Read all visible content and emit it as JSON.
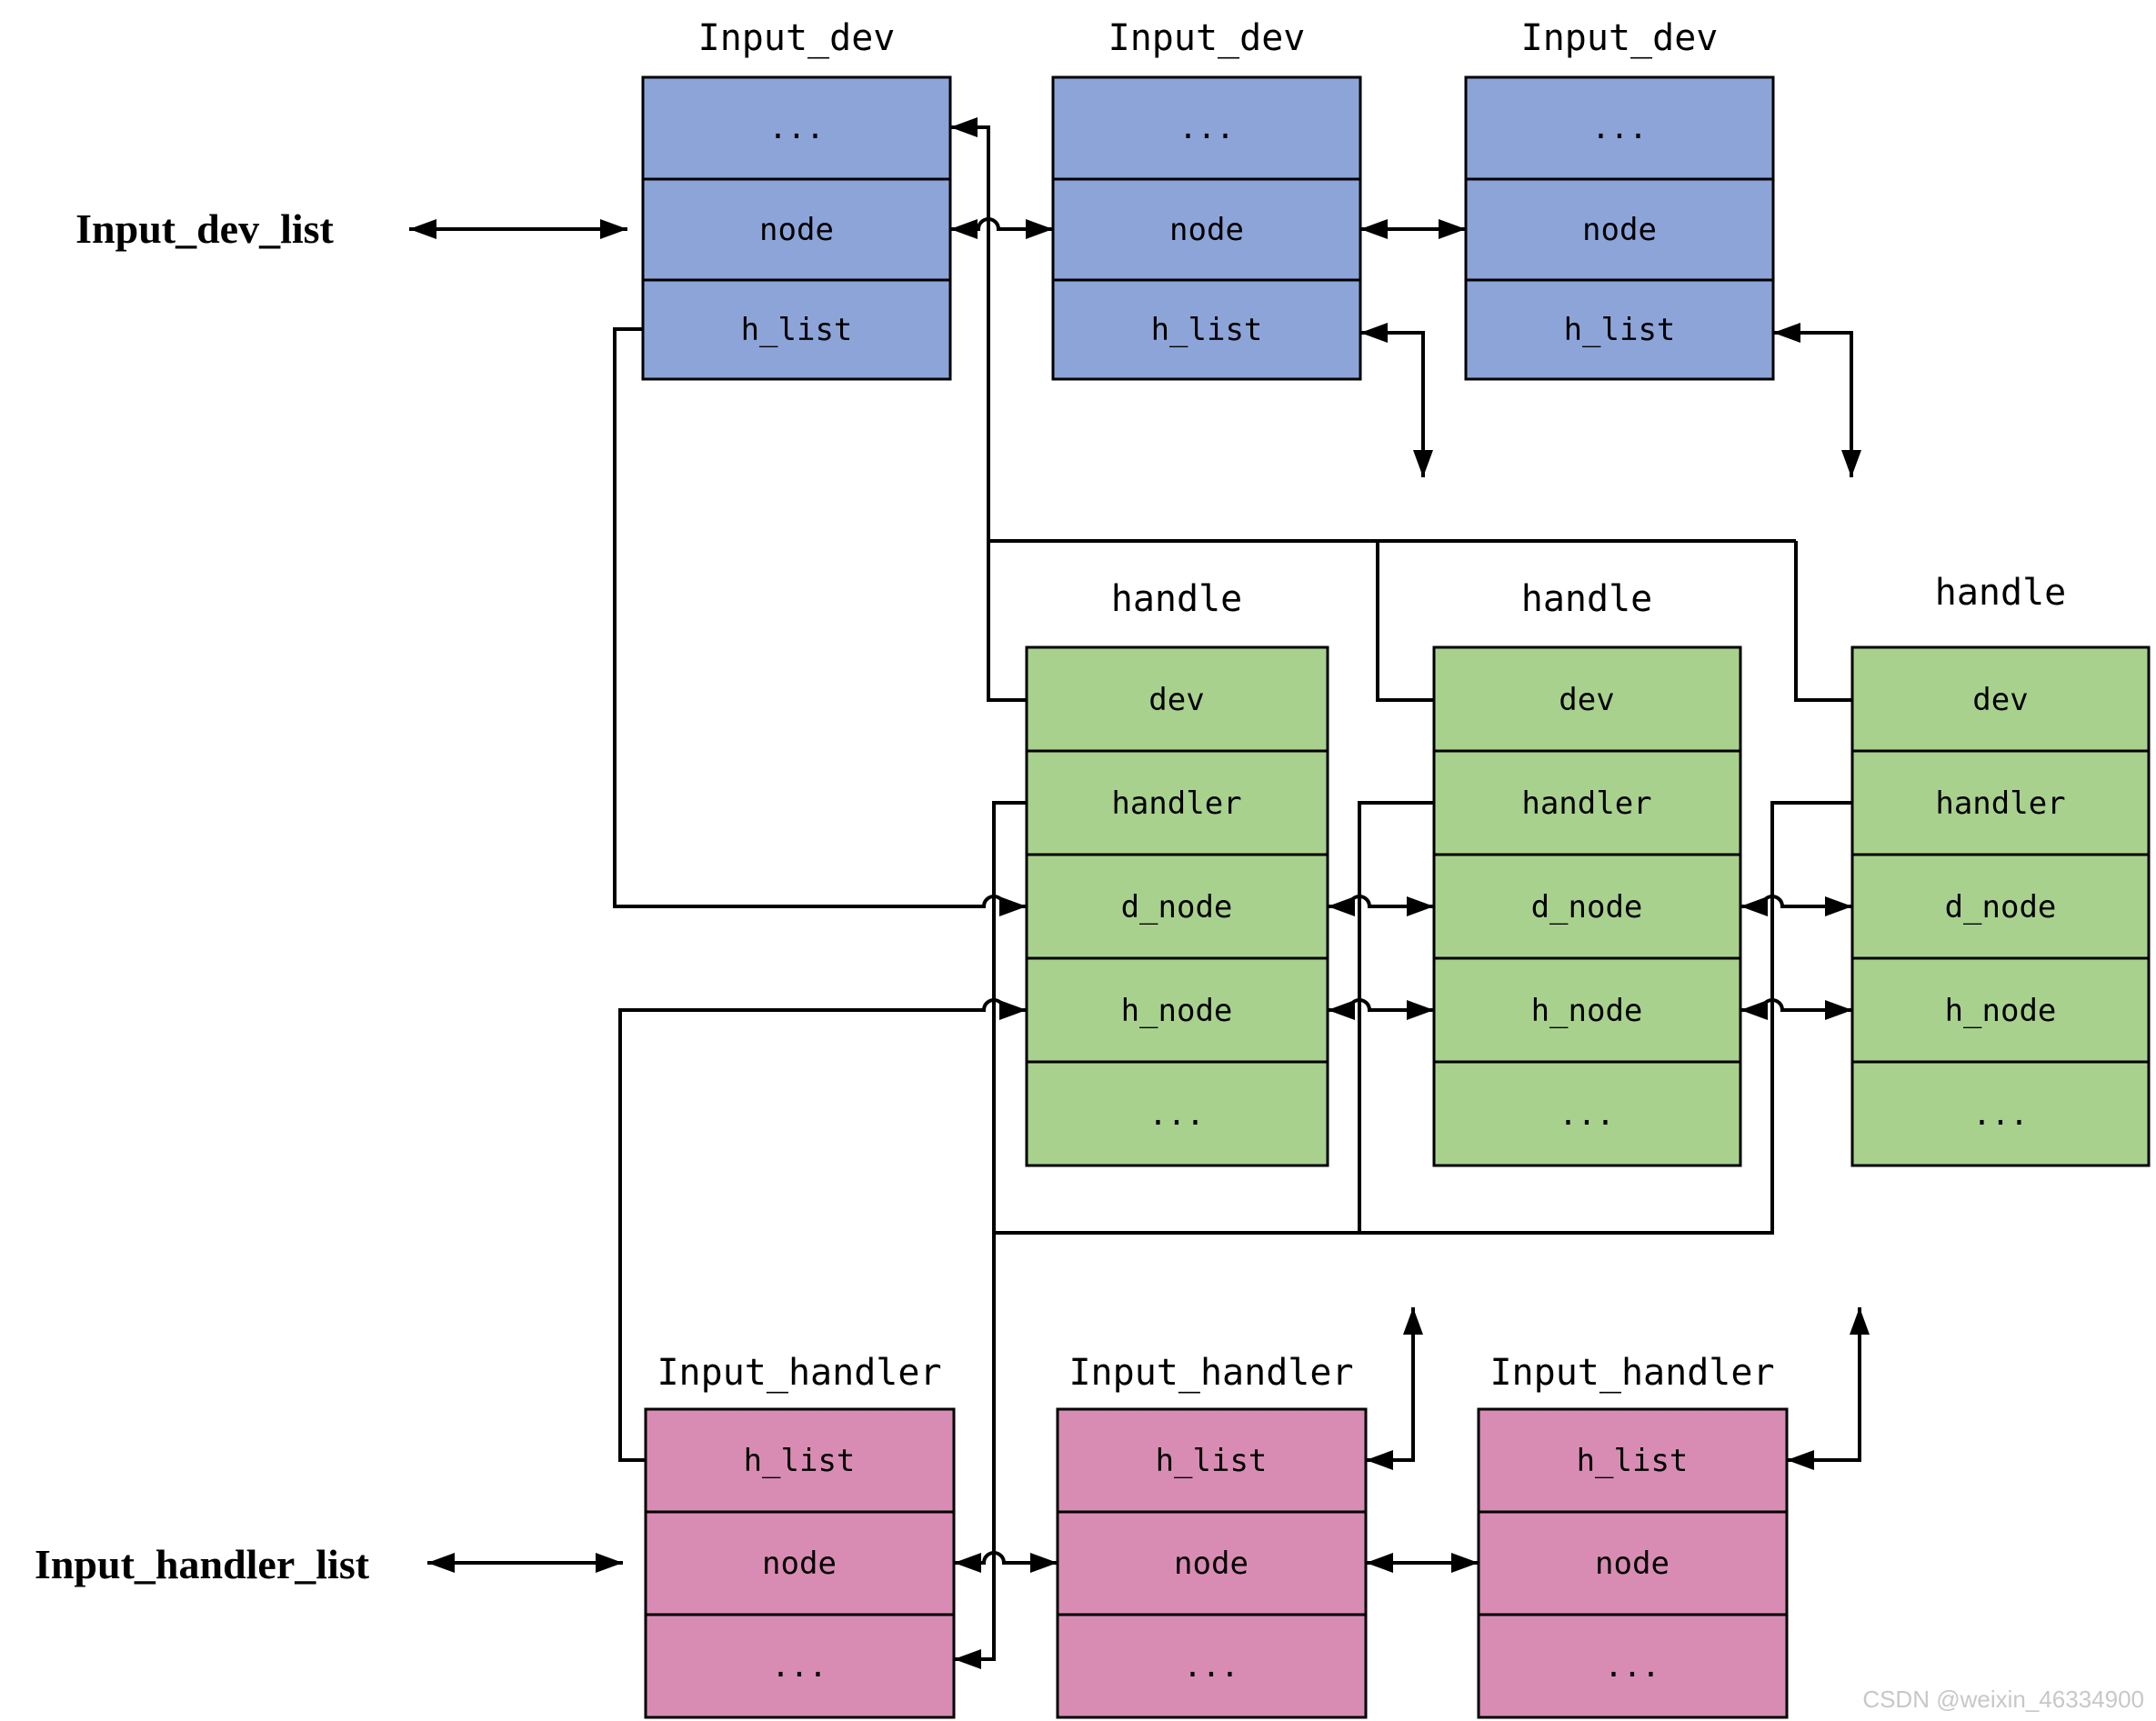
{
  "watermark": {
    "text": "CSDN @weixin_46334900",
    "color": "#c8c8c8"
  },
  "left_labels": {
    "input_dev_list": "Input_dev_list",
    "input_handler_list": "Input_handler_list"
  },
  "structs": {
    "input_dev": {
      "title": "Input_dev",
      "color": "#8DA4D8",
      "fields": [
        "...",
        "node",
        "h_list"
      ]
    },
    "handle": {
      "title": "handle",
      "color": "#A9D18E",
      "fields": [
        "dev",
        "handler",
        "d_node",
        "h_node",
        "..."
      ]
    },
    "input_handler": {
      "title": "Input_handler",
      "color": "#D98CB3",
      "fields": [
        "h_list",
        "node",
        "..."
      ]
    }
  }
}
